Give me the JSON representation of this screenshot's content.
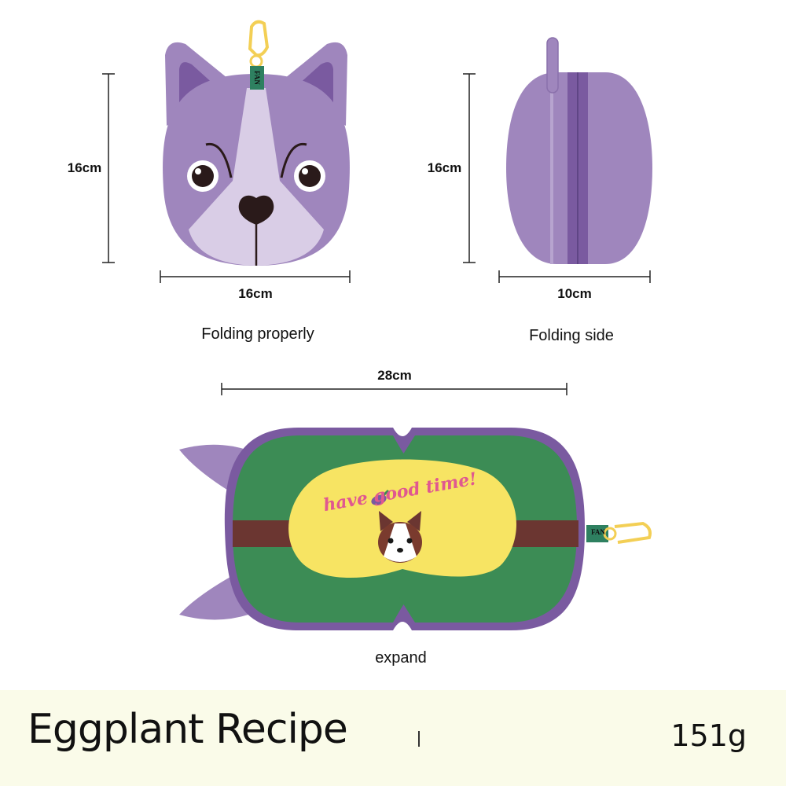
{
  "front": {
    "height_label": "16cm",
    "width_label": "16cm",
    "caption": "Folding properly",
    "tag_text": "FAN"
  },
  "side": {
    "height_label": "16cm",
    "width_label": "10cm",
    "caption": "Folding side"
  },
  "expand": {
    "width_label": "28cm",
    "caption": "expand",
    "slogan": "have good time!",
    "tag_text": "FAN"
  },
  "footer": {
    "title": "Eggplant Recipe",
    "weight": "151g"
  },
  "colors": {
    "purple": "#9f86bd",
    "dark_purple": "#7a5aa0",
    "light_purple": "#d9cde6",
    "green": "#3c8c55",
    "yellow": "#f7e463",
    "brown": "#6b3631",
    "pink": "#e05890",
    "footer_bg": "#fafbe9"
  }
}
